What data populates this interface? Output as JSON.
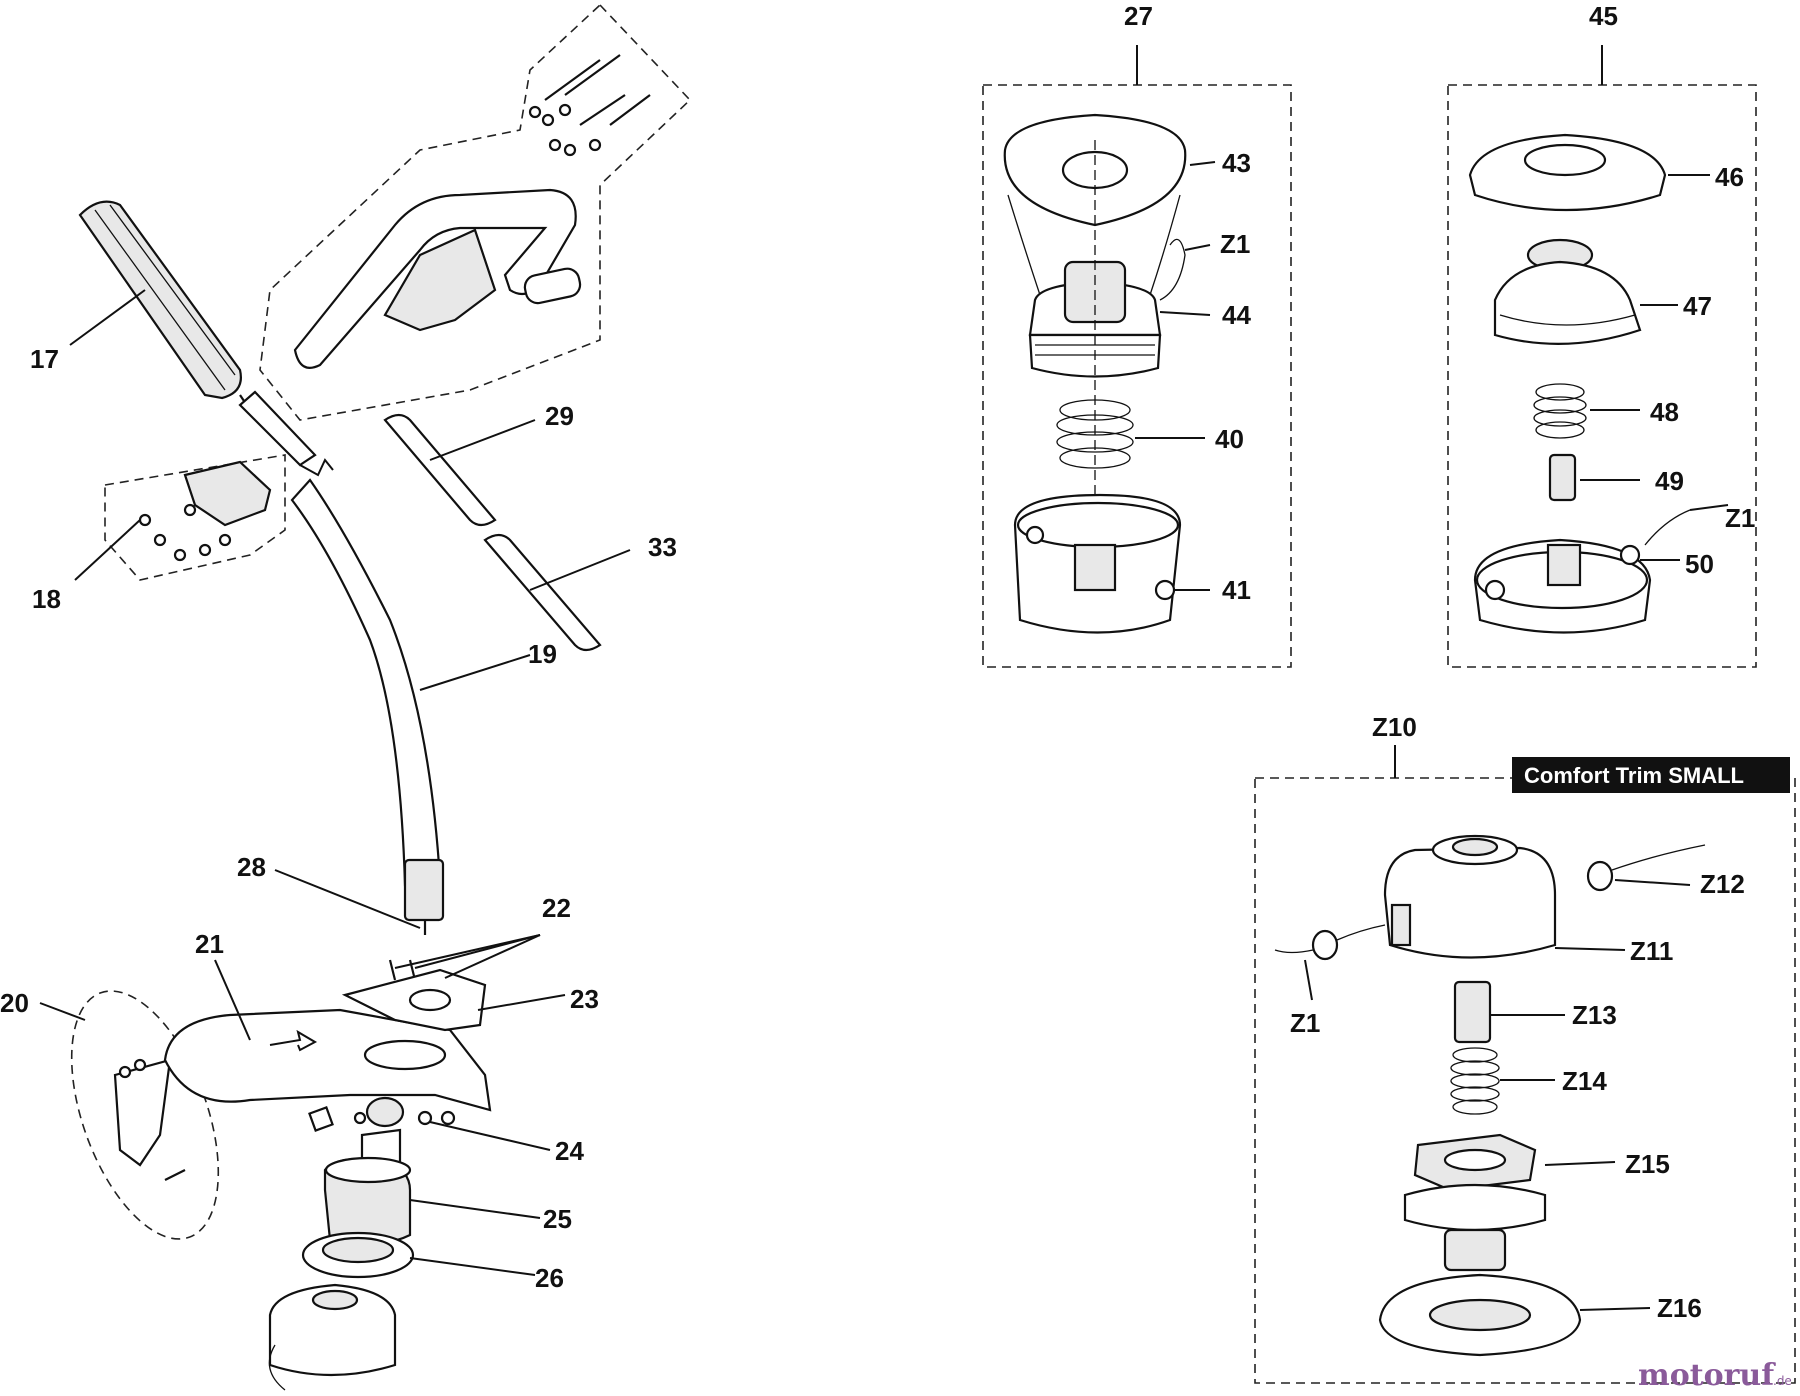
{
  "labels": {
    "p17": "17",
    "p18": "18",
    "p19": "19",
    "p20": "20",
    "p21": "21",
    "p22": "22",
    "p23": "23",
    "p24": "24",
    "p25": "25",
    "p26": "26",
    "p27": "27",
    "p28": "28",
    "p29": "29",
    "p33": "33",
    "p40": "40",
    "p41": "41",
    "p43": "43",
    "p44": "44",
    "p45": "45",
    "p46": "46",
    "p47": "47",
    "p48": "48",
    "p49": "49",
    "p50": "50",
    "z1a": "Z1",
    "z1b": "Z1",
    "z1c": "Z1",
    "z10": "Z10",
    "z11": "Z11",
    "z12": "Z12",
    "z13": "Z13",
    "z14": "Z14",
    "z15": "Z15",
    "z16": "Z16"
  },
  "badge": "Comfort Trim SMALL",
  "watermark": {
    "main": "motoruf",
    "suffix": ".de"
  },
  "colors": {
    "ink": "#111111",
    "badge_bg": "#111111",
    "badge_text": "#ffffff",
    "watermark": "#8a5a9a"
  }
}
